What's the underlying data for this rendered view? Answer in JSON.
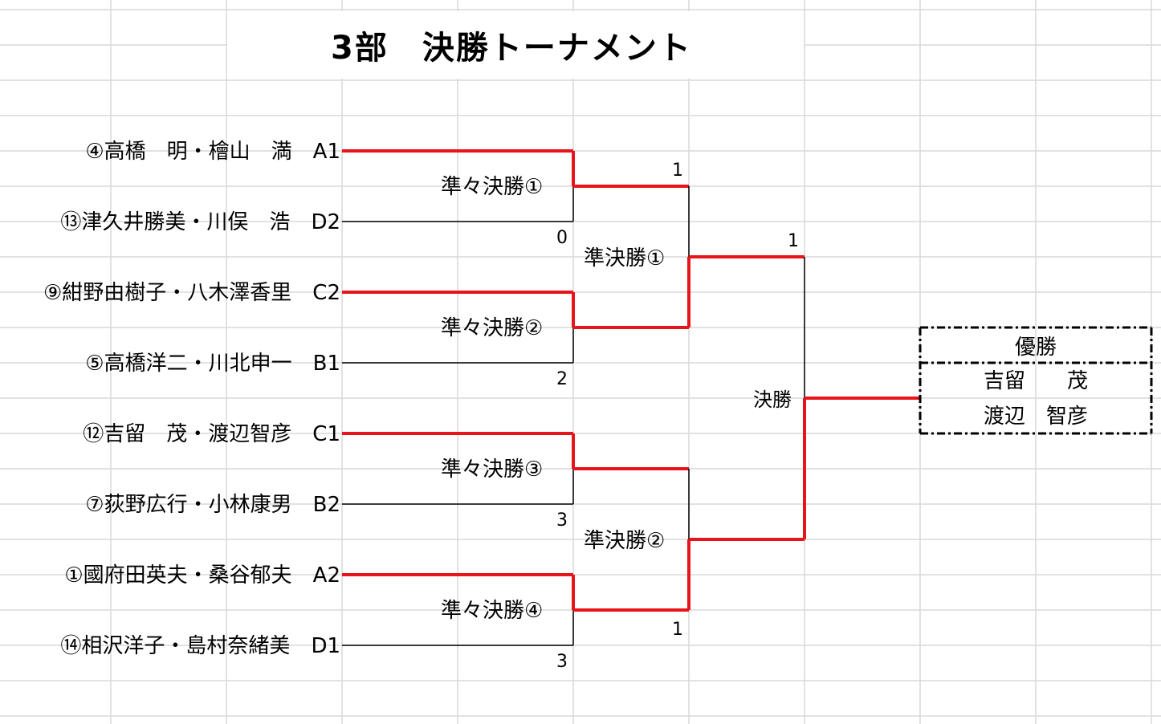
{
  "title": "3部　決勝トーナメント",
  "players": [
    {
      "name": "④高橋　明・檜山　満",
      "seed": "A1"
    },
    {
      "name": "⑬津久井勝美・川俣　浩",
      "seed": "D2"
    },
    {
      "name": "⑨紺野由樹子・八木澤香里",
      "seed": "C2"
    },
    {
      "name": "⑤高橋洋二・川北申一",
      "seed": "B1"
    },
    {
      "name": "⑫吉留　茂・渡辺智彦",
      "seed": "C1"
    },
    {
      "name": "⑦荻野広行・小林康男",
      "seed": "B2"
    },
    {
      "name": "①國府田英夫・桑谷郁夫",
      "seed": "A2"
    },
    {
      "name": "⑭相沢洋子・島村奈緒美",
      "seed": "D1"
    }
  ],
  "quarterfinals": [
    {
      "label": "準々決勝①",
      "score": "0"
    },
    {
      "label": "準々決勝②",
      "score": "2"
    },
    {
      "label": "準々決勝③",
      "score": "3"
    },
    {
      "label": "準々決勝④",
      "score": "3"
    }
  ],
  "semifinals": [
    {
      "label": "準決勝①",
      "score": "1"
    },
    {
      "label": "準決勝②",
      "score": "1"
    }
  ],
  "final": {
    "label": "決勝",
    "score": "1"
  },
  "champion": {
    "heading": "優勝",
    "line1": "吉留　　茂",
    "line2": "渡辺　智彦"
  },
  "colors": {
    "winner_line": "#e8141b",
    "grid": "#d9d9d9"
  }
}
